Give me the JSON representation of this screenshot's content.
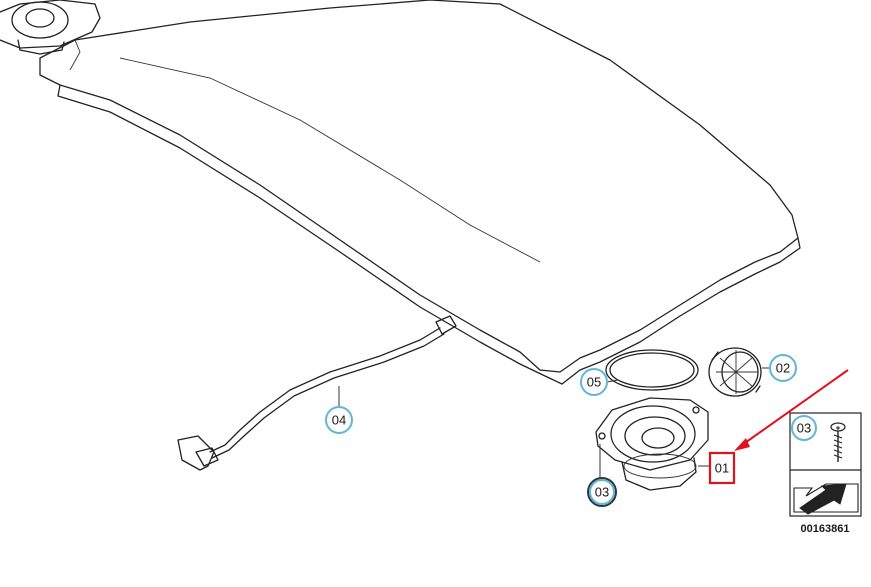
{
  "callouts": {
    "c01": "01",
    "c02": "02",
    "c03_main": "03",
    "c03_legend": "03",
    "c04": "04",
    "c05": "05"
  },
  "legend": {
    "part_code": "00163861"
  },
  "colors": {
    "callout_ring": "#5fb6d9",
    "highlight": "#e0121b",
    "line": "#222222"
  }
}
